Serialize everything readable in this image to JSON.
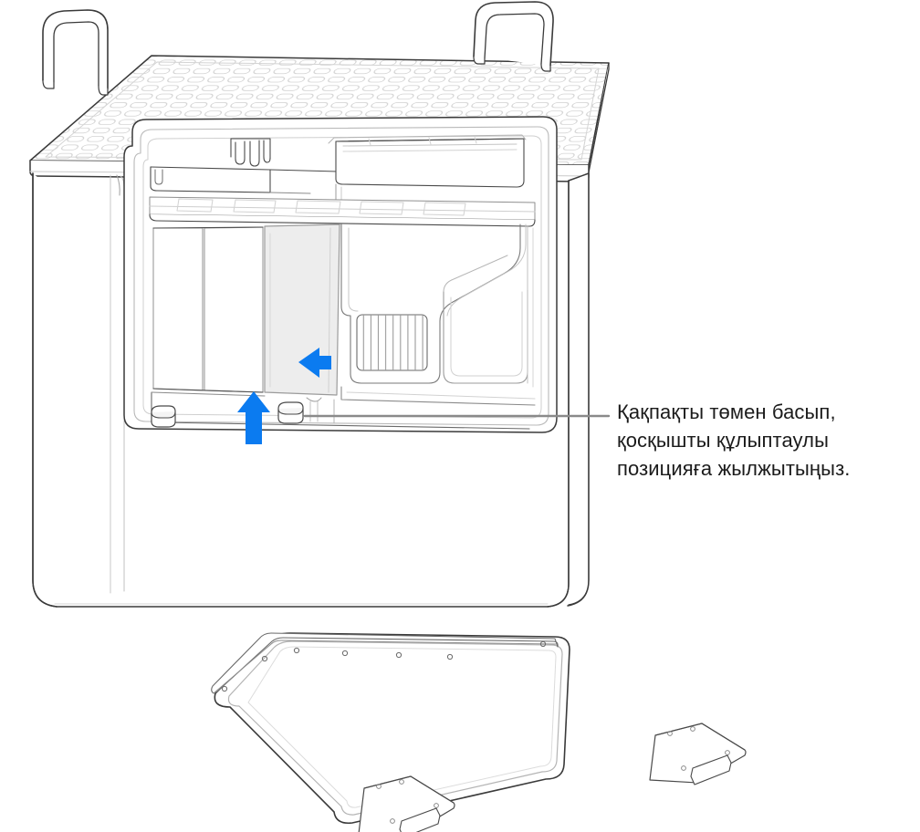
{
  "illustration": {
    "title": "Mac Pro tower with side cover removed",
    "subject": "mac-pro-tower",
    "view": "tower standing upright with access door open and removed cover lying flat in front"
  },
  "callout": {
    "lines": [
      "Қақпақты төмен басып,",
      "қосқышты құлыптаулы",
      "позицияға жылжытыңыз."
    ],
    "full_text": "Қақпақты төмен басып, қосқышты құлыптаулы позицияға жылжытыңыз.",
    "leader_line_color": "#8a8a8a",
    "text_color": "#1b1b1b"
  },
  "arrows": [
    {
      "name": "press-down-arrow",
      "direction": "up",
      "color": "#0b7bf0",
      "meaning": "press the latch cover"
    },
    {
      "name": "slide-left-arrow",
      "direction": "left",
      "color": "#0b7bf0",
      "meaning": "slide connector to locked position"
    }
  ],
  "colors": {
    "accent_blue": "#0b7bf0",
    "outline_dark": "#2b2b2b",
    "outline_light": "#b4b4b4",
    "outline_mid": "#7d7d7d",
    "highlight_fill": "#ededed",
    "panel_fill": "#ffffff",
    "leader_gray": "#8a8a8a"
  },
  "parts": {
    "top_lattice": "perforated-lattice-top",
    "handles": [
      "handle-left",
      "handle-right"
    ],
    "interior": {
      "pcie_slots": 3,
      "highlighted_module": "connector-module",
      "vent_grille": "vent-grille",
      "latch_buttons": [
        "latch-button-left",
        "latch-button-right"
      ],
      "top_clip": "trident-clip"
    },
    "removed_cover": {
      "name": "side-cover-panel",
      "feet": 2,
      "hinge_screws": 6
    }
  }
}
